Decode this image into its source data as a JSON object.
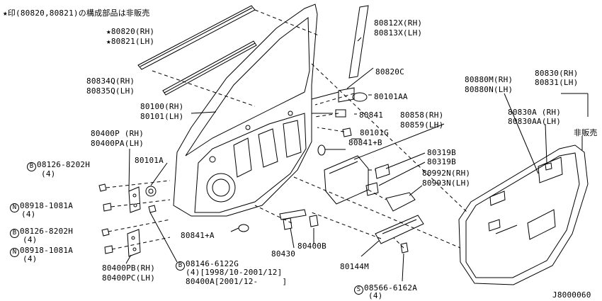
{
  "header_note": "★印(80820,80821)の構成部品は非販売",
  "diagram_code": "J8000060",
  "parts": {
    "p80820": [
      "★80820(RH)",
      "★80821(LH)"
    ],
    "p80812X": [
      "80812X(RH)",
      "80813X(LH)"
    ],
    "p80820C": "80820C",
    "p80834Q": [
      "80834Q(RH)",
      "80835Q(LH)"
    ],
    "p80101AA": "80101AA",
    "p80100": [
      "80100(RH)",
      "80101(LH)"
    ],
    "p80841": "80841",
    "p80858": [
      "80858(RH)",
      "80859(LH)"
    ],
    "p80101G": "80101G",
    "p80841B": "80841+B",
    "p80400P": [
      "80400P (RH)",
      "80400PA(LH)"
    ],
    "p80101A": "80101A",
    "p80319B_a": "80319B",
    "p80319B_b": "80319B",
    "p80992N": [
      "80992N(RH)",
      "80993N(LH)"
    ],
    "p80880M": [
      "80880M(RH)",
      "80880N(LH)"
    ],
    "p80830": [
      "80830(RH)",
      "80831(LH)"
    ],
    "p80830A": [
      "80830A (RH)",
      "80830AA(LH)"
    ],
    "not_sold": "非販売",
    "bolt1": {
      "mark": "B",
      "code": "08126-8202H",
      "qty": "(4)"
    },
    "nut1": {
      "mark": "N",
      "code": "08918-1081A",
      "qty": "(4)"
    },
    "bolt2": {
      "mark": "B",
      "code": "08126-8202H",
      "qty": "(4)"
    },
    "nut2": {
      "mark": "N",
      "code": "08918-1081A",
      "qty": "(4)"
    },
    "p80841A": "80841+A",
    "p80430": "80430",
    "p80400B": "80400B",
    "p80400PB": [
      "80400PB(RH)",
      "80400PC(LH)"
    ],
    "bolt3": {
      "mark": "B",
      "code": "08146-6122G",
      "lines": [
        "(4)[1998/10-2001/12]",
        "80400A[2001/12-     ]"
      ]
    },
    "p80144M": "80144M",
    "screw1": {
      "mark": "S",
      "code": "08566-6162A",
      "qty": "(4)"
    }
  }
}
